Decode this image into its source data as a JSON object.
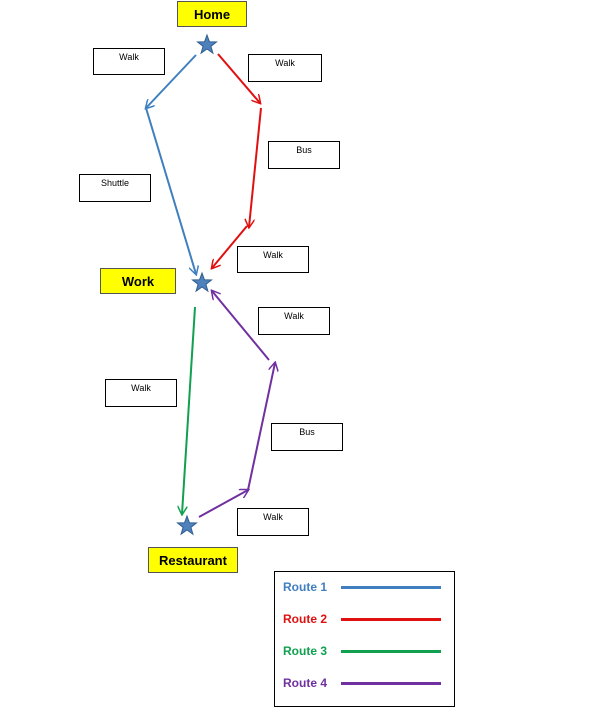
{
  "places": {
    "home": "Home",
    "work": "Work",
    "restaurant": "Restaurant"
  },
  "segment_labels": {
    "walk_1": "Walk",
    "walk_2": "Walk",
    "bus_1": "Bus",
    "shuttle": "Shuttle",
    "walk_3": "Walk",
    "walk_4": "Walk",
    "walk_5": "Walk",
    "bus_2": "Bus",
    "walk_6": "Walk"
  },
  "legend": {
    "route_1": "Route 1",
    "route_2": "Route 2",
    "route_3": "Route 3",
    "route_4": "Route 4"
  },
  "colors": {
    "route_1": "#3f7fc0",
    "route_2": "#e01010",
    "route_3": "#10a050",
    "route_4": "#7030a0",
    "star": "#4f81bd",
    "place_bg": "#ffff00"
  },
  "icons": [
    "star-icon"
  ]
}
